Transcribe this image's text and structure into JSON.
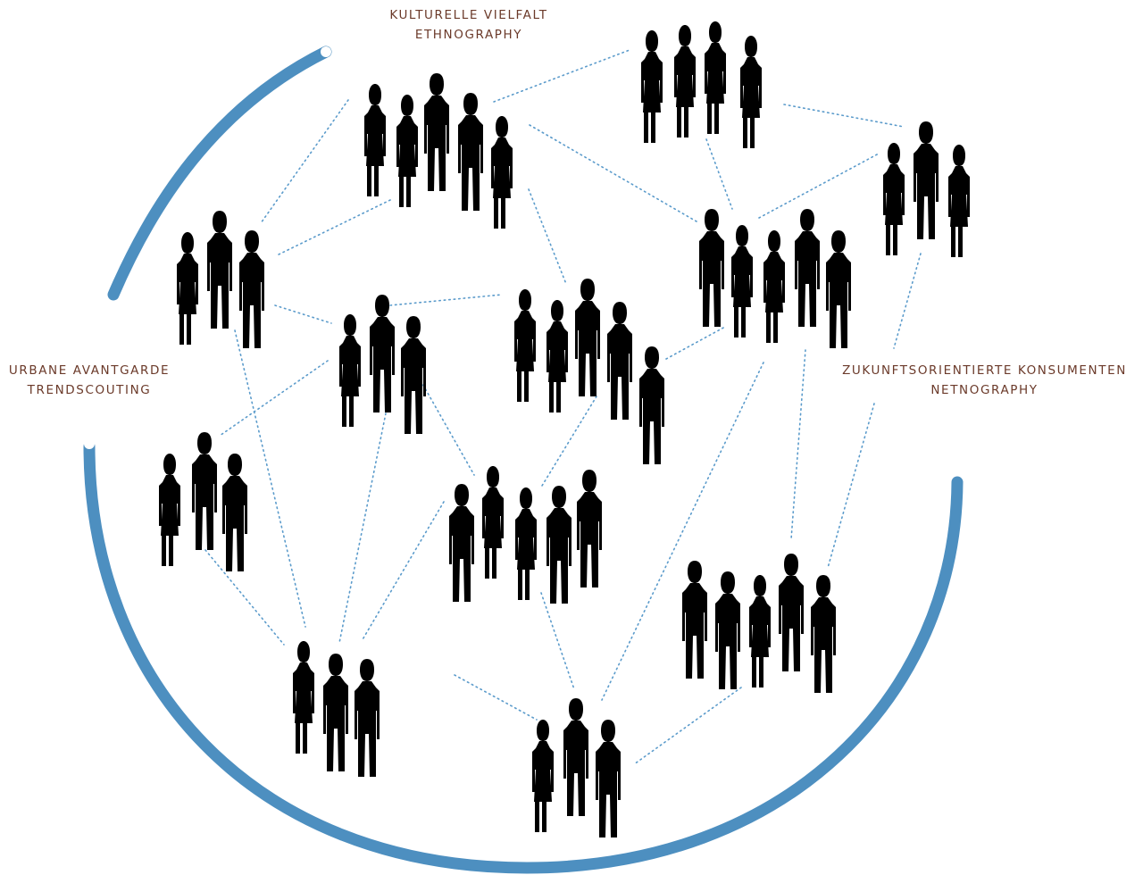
{
  "labels": {
    "top": {
      "line1": "KULTURELLE VIELFALT",
      "line2": "ETHNOGRAPHY"
    },
    "left": {
      "line1": "URBANE AVANTGARDE",
      "line2": "TRENDSCOUTING"
    },
    "right": {
      "line1": "ZUKUNFTSORIENTIERTE KONSUMENTEN",
      "line2": "NETNOGRAPHY"
    }
  },
  "colors": {
    "accent": "#4d8fc0",
    "figure_stroke": "#5b9bcb",
    "label_text": "#6b3a2a"
  },
  "icons": {
    "person_male": "person-male-icon",
    "person_female": "person-female-icon"
  },
  "groups": [
    {
      "id": "g1",
      "figures": [
        "f",
        "f",
        "m",
        "m",
        "f"
      ]
    },
    {
      "id": "g2",
      "figures": [
        "f",
        "f",
        "f",
        "f"
      ]
    },
    {
      "id": "g3",
      "figures": [
        "f",
        "m",
        "f"
      ]
    },
    {
      "id": "g4",
      "figures": [
        "f",
        "m",
        "m"
      ]
    },
    {
      "id": "g5",
      "figures": [
        "m",
        "f",
        "f",
        "m",
        "m"
      ]
    },
    {
      "id": "g6",
      "figures": [
        "f",
        "f",
        "m",
        "m",
        "m"
      ]
    },
    {
      "id": "g7",
      "figures": [
        "f",
        "m",
        "m"
      ]
    },
    {
      "id": "g8",
      "figures": [
        "f",
        "m",
        "m",
        "f",
        "f"
      ]
    },
    {
      "id": "g9",
      "figures": [
        "m",
        "f",
        "f",
        "m",
        "m"
      ]
    },
    {
      "id": "g10",
      "figures": [
        "f",
        "m",
        "m"
      ]
    },
    {
      "id": "g11",
      "figures": [
        "m",
        "m",
        "f",
        "m",
        "m"
      ]
    },
    {
      "id": "g12",
      "figures": [
        "f",
        "m",
        "m"
      ]
    }
  ]
}
